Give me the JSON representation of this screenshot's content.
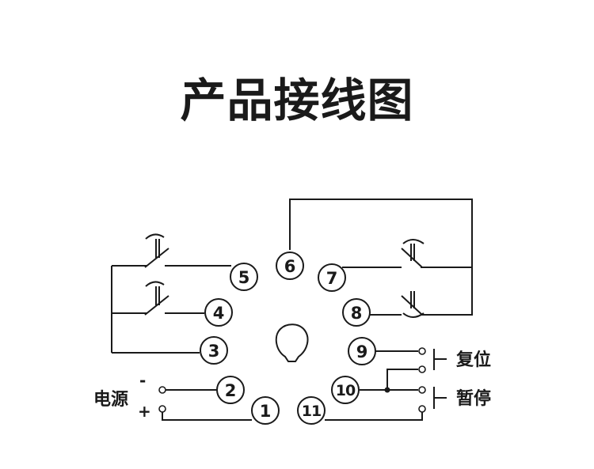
{
  "title": "产品接线图",
  "pins": [
    "1",
    "2",
    "3",
    "4",
    "5",
    "6",
    "7",
    "8",
    "9",
    "10",
    "11"
  ],
  "labels": {
    "power": "电源",
    "minus": "-",
    "plus": "+",
    "reset": "复位",
    "pause": "暂停"
  },
  "icons": {
    "bulb": "indicator-bulb-icon",
    "contact": "relay-contact-icon",
    "terminal": "terminal-circle-icon"
  }
}
